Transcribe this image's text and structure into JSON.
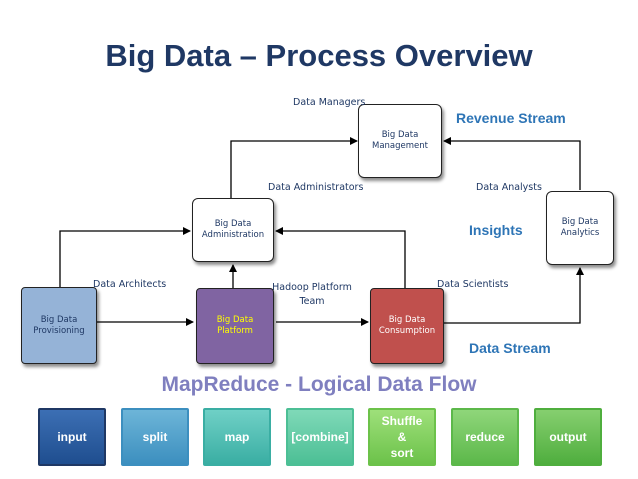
{
  "title": "Big Data – Process Overview",
  "nodes": {
    "provisioning": "Big Data\nProvisioning",
    "platform": "Big Data\nPlatform",
    "consumption": "Big Data\nConsumption",
    "administration": "Big Data\nAdministration",
    "management": "Big Data\nManagement",
    "analytics": "Big Data\nAnalytics"
  },
  "roles": {
    "data_managers": "Data Managers",
    "data_administrators": "Data Administrators",
    "data_analysts": "Data Analysts",
    "data_architects": "Data Architects",
    "hadoop_team": "Hadoop Platform\nTeam",
    "data_scientists": "Data Scientists"
  },
  "streams": {
    "revenue": "Revenue Stream",
    "insights": "Insights",
    "data": "Data Stream"
  },
  "mapreduce": {
    "title": "MapReduce - Logical Data Flow",
    "steps": [
      "input",
      "split",
      "map",
      "[combine]",
      "Shuffle\n&\nsort",
      "reduce",
      "output"
    ]
  },
  "colors": {
    "title": "#1f3864",
    "stream": "#2e75b6",
    "provisioning": "#95b3d7",
    "platform": "#8064a2",
    "consumption": "#c0504d"
  }
}
